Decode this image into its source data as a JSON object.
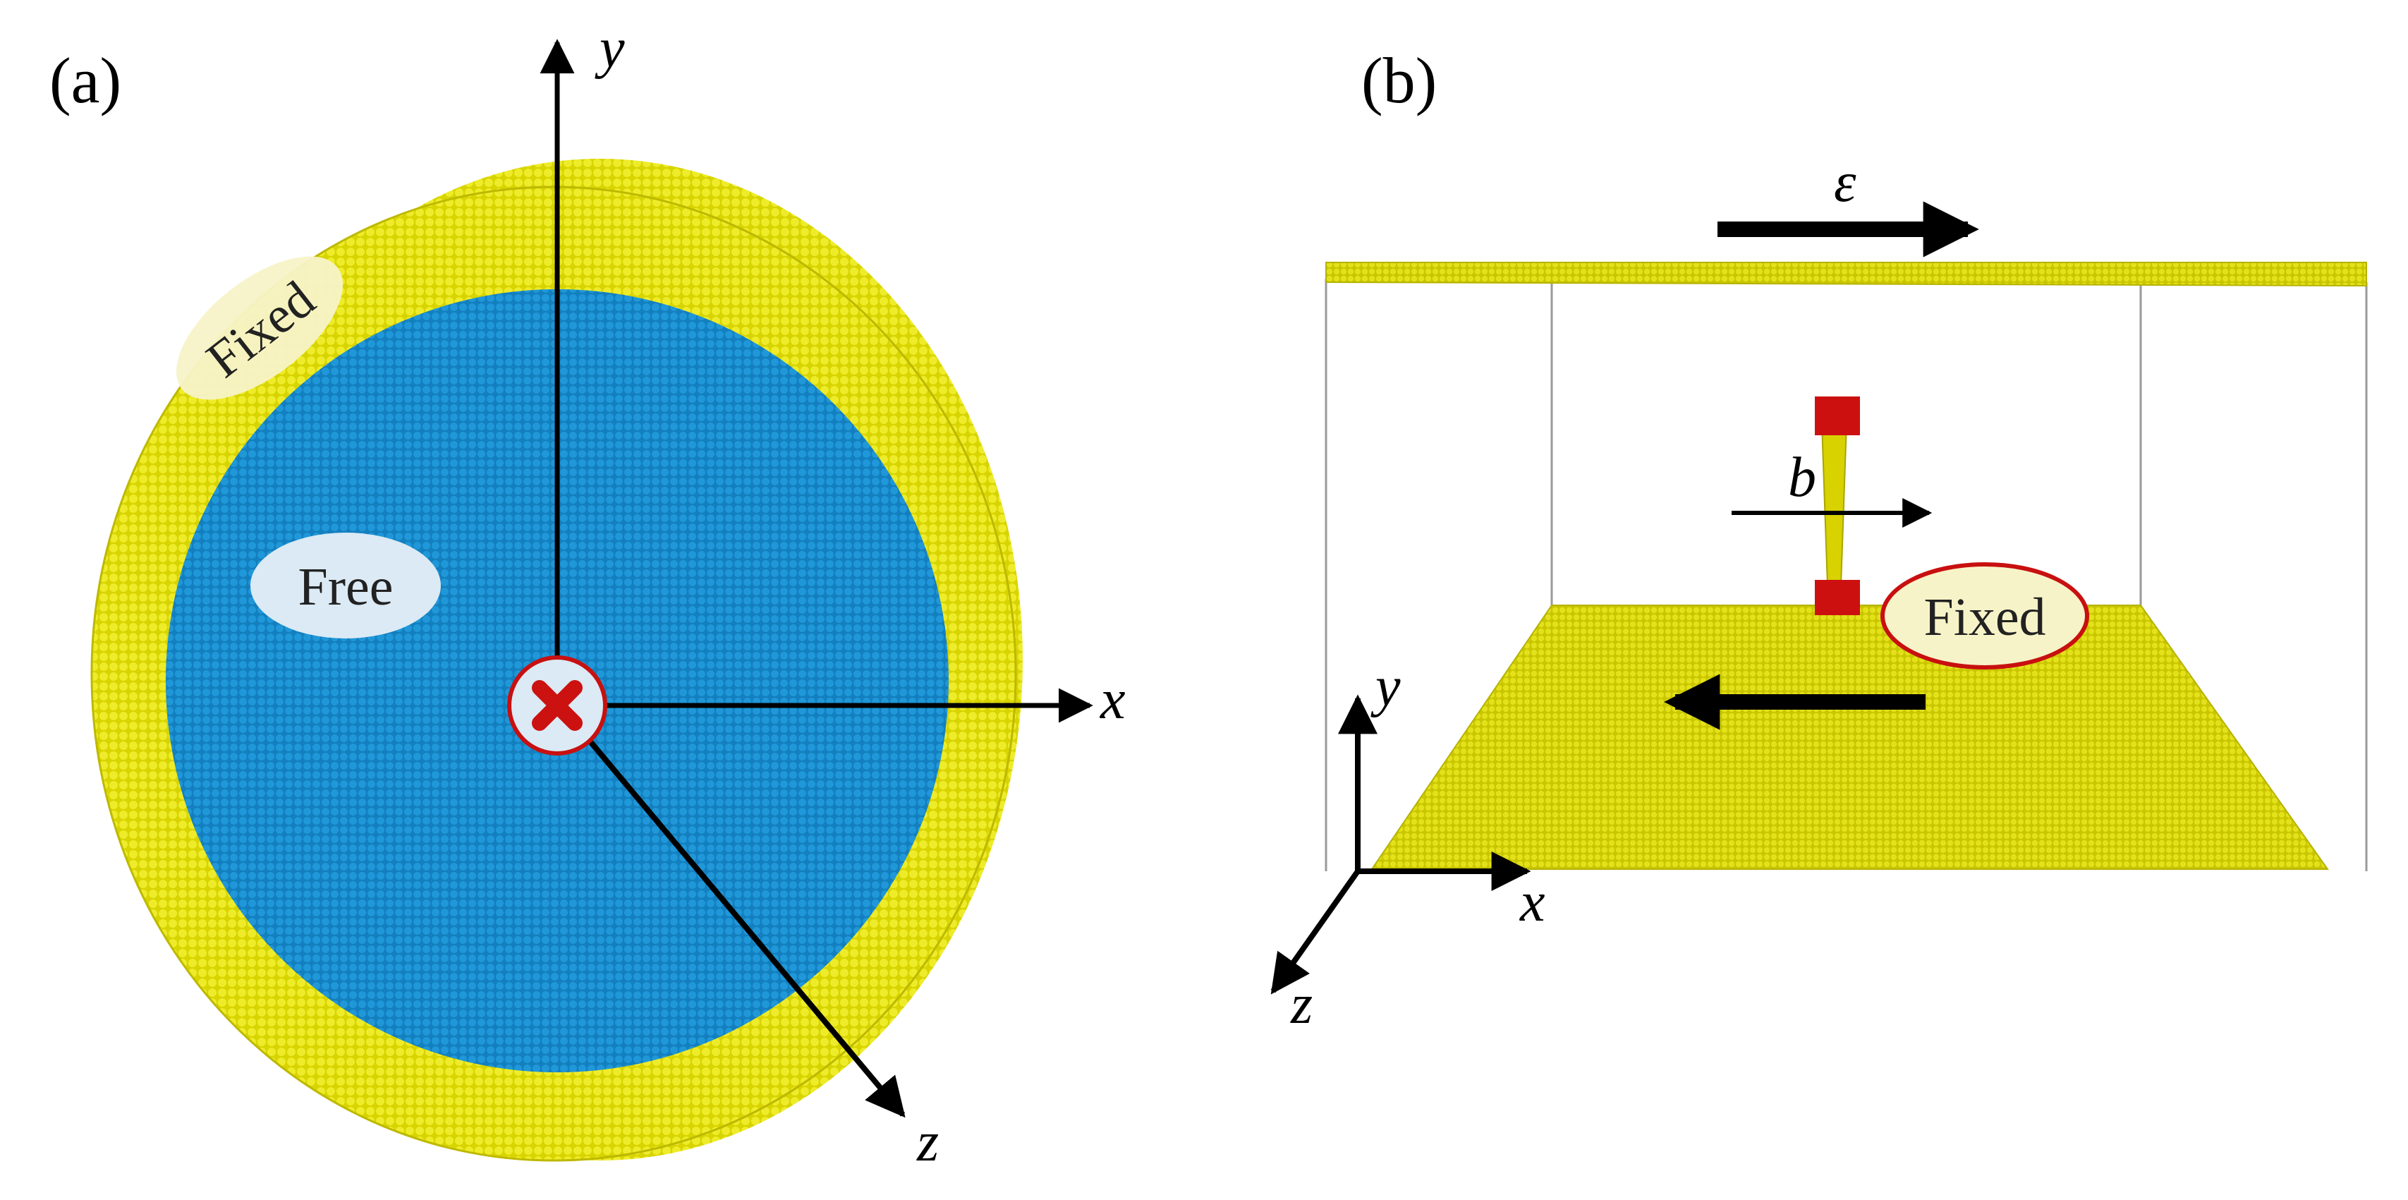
{
  "panel_a": {
    "label": "(a)",
    "axis_x": "x",
    "axis_y": "y",
    "axis_z": "z",
    "fixed_label": "Fixed",
    "free_label": "Free"
  },
  "panel_b": {
    "label": "(b)",
    "strain_label": "ε",
    "burgers_label": "b",
    "fixed_label": "Fixed",
    "axis_x": "x",
    "axis_y": "y",
    "axis_z": "z"
  },
  "colors": {
    "fixed_atoms": "#e1e000",
    "free_atoms": "#1a8fd1",
    "marker_red": "#cc1111",
    "label_bubble": "#dbeaf4",
    "fixed_bubble": "#f7f3c8",
    "axes": "#000000"
  }
}
